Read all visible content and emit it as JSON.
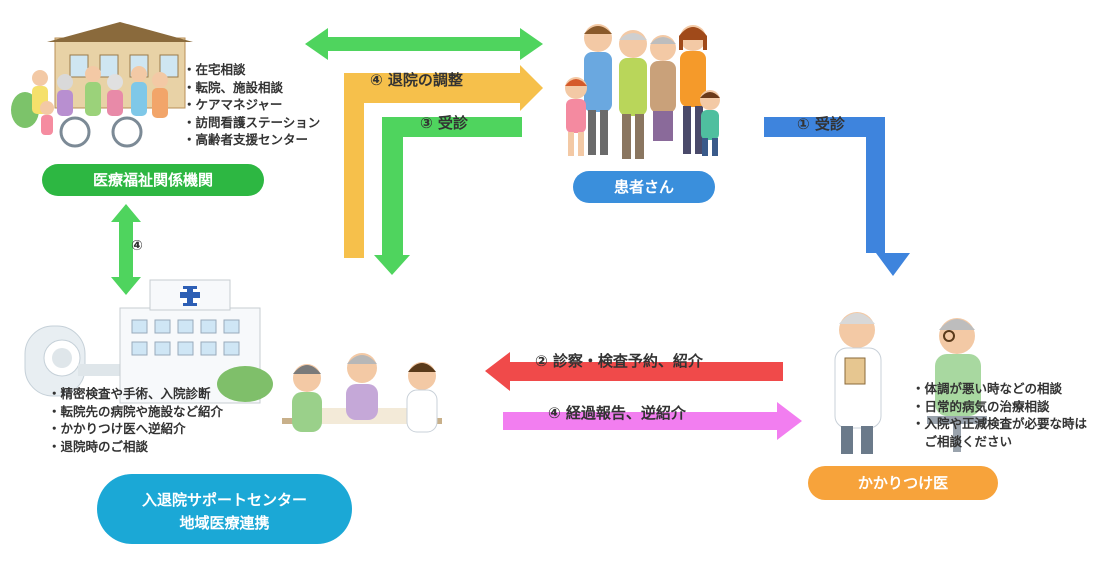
{
  "nodes": {
    "welfare": {
      "label": "医療福祉関係機関",
      "color": "#2db742",
      "items": [
        "在宅相談",
        "転院、施設相談",
        "ケアマネジャー",
        "訪問看護ステーション",
        "高齢者支援センター"
      ]
    },
    "patient": {
      "label": "患者さん",
      "color": "#3a8fdc"
    },
    "center": {
      "label_line1": "入退院サポートセンター",
      "label_line2": "地域医療連携",
      "color": "#1ba8d6",
      "items": [
        "精密検査や手術、入院診断",
        "転院先の病院や施設など紹介",
        "かかりつけ医へ逆紹介",
        "退院時のご相談"
      ]
    },
    "doctor": {
      "label": "かかりつけ医",
      "color": "#f7a33b",
      "items": [
        "体調が悪い時などの相談",
        "日常的病気の治療相談",
        "入院や正減検査が必要な時は",
        "ご相談ください"
      ]
    }
  },
  "arrows": {
    "discharge_adjust": {
      "label": "④ 退院の調整",
      "color": "#f6c04b"
    },
    "consult_3": {
      "label": "③ 受診",
      "color": "#4fd45e"
    },
    "consult_1": {
      "label": "① 受診",
      "color": "#3e84dd"
    },
    "exam_booking": {
      "label": "② 診察・検査予約、紹介",
      "color": "#f04a4a"
    },
    "progress_report": {
      "label": "④ 経過報告、逆紹介",
      "color": "#f27ef0"
    },
    "welfare_center": {
      "label": "④",
      "color": "#4fd45e"
    },
    "welfare_patient": {
      "color": "#4fd45e"
    }
  }
}
